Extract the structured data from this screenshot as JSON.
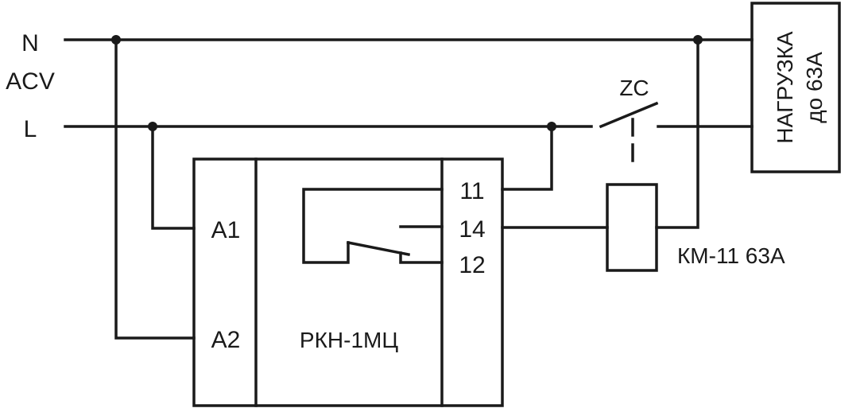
{
  "supply": {
    "neutral": "N",
    "voltage": "ACV",
    "line": "L"
  },
  "relay": {
    "model": "РКН-1МЦ",
    "terminal_a1": "A1",
    "terminal_a2": "A2",
    "terminal_11": "11",
    "terminal_14": "14",
    "terminal_12": "12"
  },
  "contactor": {
    "contact_label": "ZC",
    "coil_label": "КМ-11 63А"
  },
  "load": {
    "line1": "НАГРУЗКА",
    "line2": "до 63А"
  },
  "colors": {
    "line": "#1a1a1a",
    "background": "#ffffff"
  }
}
